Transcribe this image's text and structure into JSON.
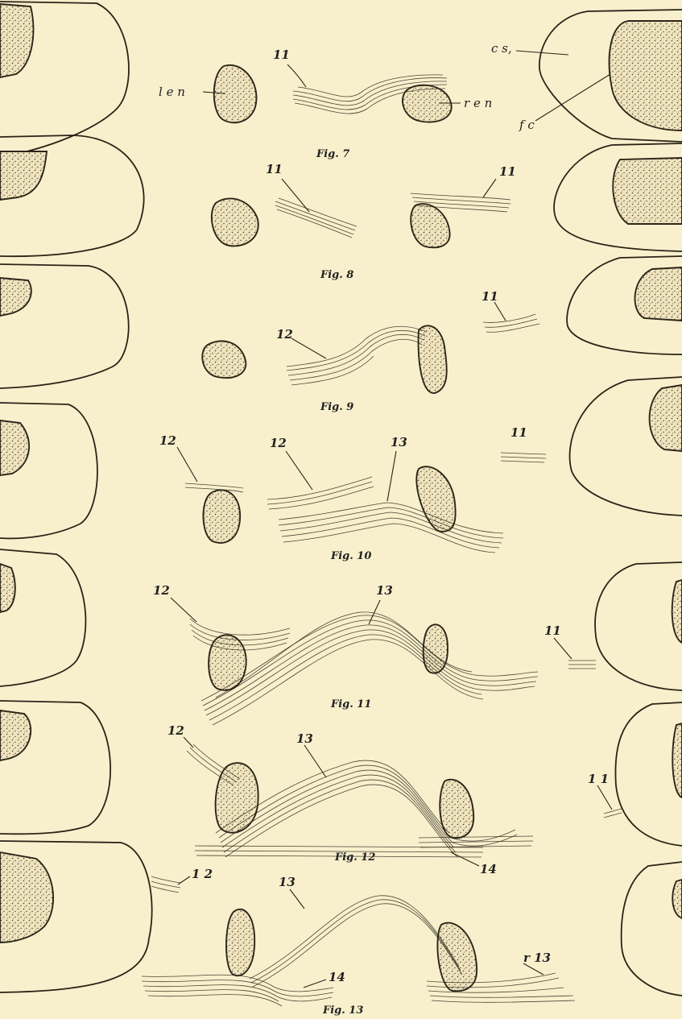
{
  "figures": [
    {
      "caption": "Fig. 7"
    },
    {
      "caption": "Fig. 8"
    },
    {
      "caption": "Fig. 9"
    },
    {
      "caption": "Fig. 10"
    },
    {
      "caption": "Fig. 11"
    },
    {
      "caption": "Fig. 12"
    },
    {
      "caption": "Fig. 13"
    }
  ],
  "labels": {
    "len": "l e n",
    "ren": "r e n",
    "cs": "c s,",
    "fc": "f c",
    "n11": "11",
    "n12": "12",
    "n12spaced": "1 2",
    "n11spaced": "1 1",
    "n13": "13",
    "n14": "14",
    "r13": "r 13"
  },
  "colors": {
    "paper": "#f8f0cc",
    "ink": "#2a2418"
  }
}
